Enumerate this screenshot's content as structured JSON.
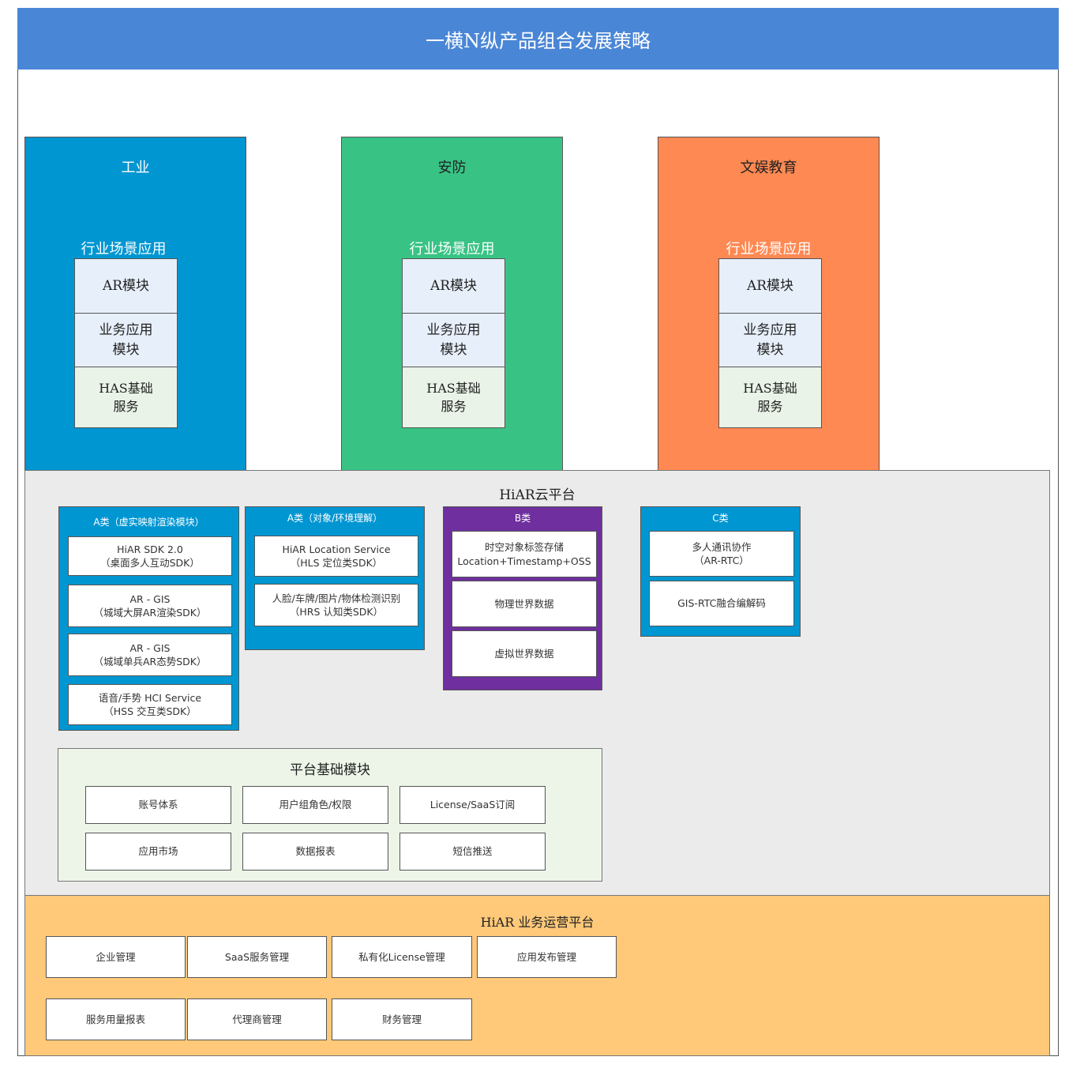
{
  "title": "一横N纵产品组合发展策略",
  "colors": {
    "title_bar": "#4a86d6",
    "industry": "#0096d2",
    "security": "#38c385",
    "entertainment": "#ff8953",
    "cloud": "#ebebeb",
    "type_a": "#0096d2",
    "type_b": "#6f2f9e",
    "type_c": "#0096d2",
    "base": "#ecf5e8",
    "ops": "#ffc979"
  },
  "verticals": [
    {
      "name": "工业",
      "sub": "行业场景应用",
      "ar": "AR模块",
      "biz": "业务应用\n模块",
      "has": "HAS基础\n服务"
    },
    {
      "name": "安防",
      "sub": "行业场景应用",
      "ar": "AR模块",
      "biz": "业务应用\n模块",
      "has": "HAS基础\n服务"
    },
    {
      "name": "文娱教育",
      "sub": "行业场景应用",
      "ar": "AR模块",
      "biz": "业务应用\n模块",
      "has": "HAS基础\n服务"
    }
  ],
  "cloud": {
    "title": "HiAR云平台",
    "groups": [
      {
        "title": "A类（虚实映射渲染模块）",
        "items": [
          "HiAR SDK 2.0\n（桌面多人互动SDK）",
          "AR - GIS\n（城域大屏AR渲染SDK）",
          "AR - GIS\n（城域单兵AR态势SDK）",
          "语音/手势 HCI Service\n（HSS 交互类SDK）"
        ]
      },
      {
        "title": "A类（对象/环境理解）",
        "items": [
          "HiAR Location Service\n（HLS 定位类SDK）",
          "人脸/车牌/图片/物体检测识别\n（HRS 认知类SDK）"
        ]
      },
      {
        "title": "B类",
        "items": [
          "时空对象标签存储\nLocation+Timestamp+OSS",
          "物理世界数据",
          "虚拟世界数据"
        ]
      },
      {
        "title": "C类",
        "items": [
          "多人通讯协作\n（AR-RTC）",
          "GIS-RTC融合编解码"
        ]
      }
    ],
    "base": {
      "title": "平台基础模块",
      "items": [
        "账号体系",
        "用户组角色/权限",
        "License/SaaS订阅",
        "应用市场",
        "数据报表",
        "短信推送"
      ]
    }
  },
  "ops": {
    "title": "HiAR 业务运营平台",
    "items": [
      "企业管理",
      "SaaS服务管理",
      "私有化License管理",
      "应用发布管理",
      "服务用量报表",
      "代理商管理",
      "财务管理"
    ]
  }
}
